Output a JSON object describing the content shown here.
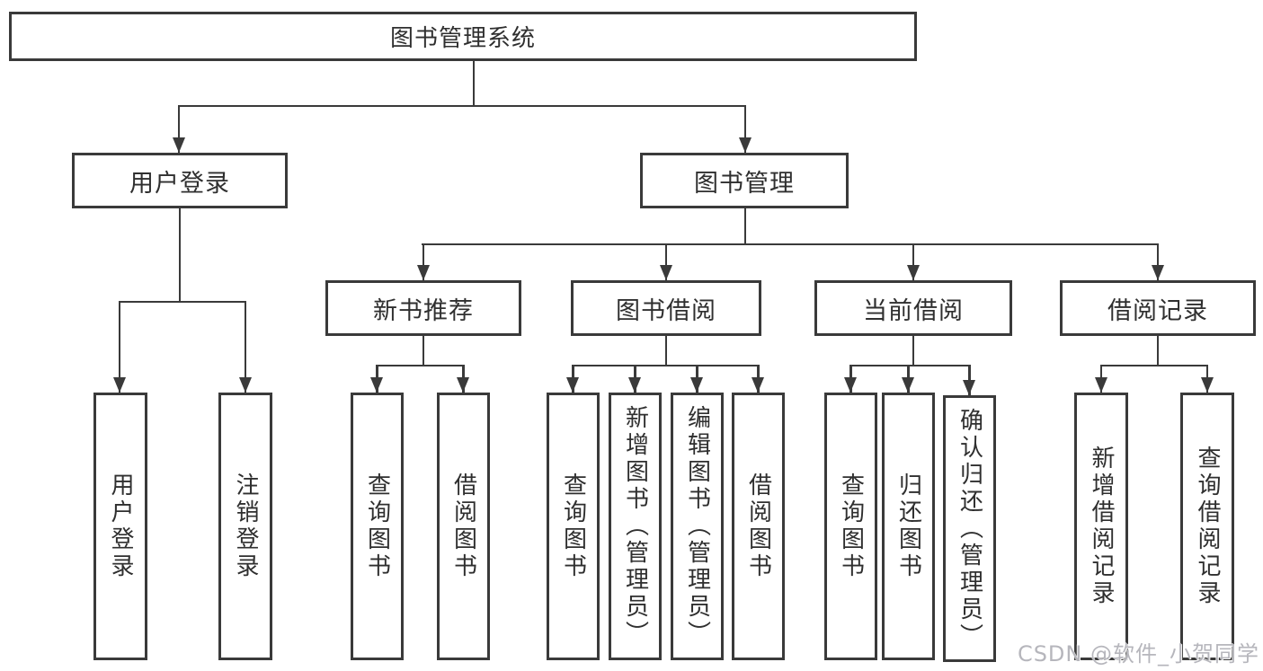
{
  "diagram": {
    "root": {
      "label": "图书管理系统"
    },
    "level2": [
      {
        "label": "用户登录"
      },
      {
        "label": "图书管理"
      }
    ],
    "level3": [
      {
        "label": "新书推荐"
      },
      {
        "label": "图书借阅"
      },
      {
        "label": "当前借阅"
      },
      {
        "label": "借阅记录"
      }
    ],
    "leaves": {
      "user_login": [
        "用户登录",
        "注销登录"
      ],
      "new_book": [
        "查询图书",
        "借阅图书"
      ],
      "book_borrow": [
        "查询图书",
        "新增图书（管理员）",
        "编辑图书（管理员）",
        "借阅图书"
      ],
      "current_borrow": [
        "查询图书",
        "归还图书",
        "确认归还（管理员）"
      ],
      "borrow_records": [
        "新增借阅记录",
        "查询借阅记录"
      ]
    }
  },
  "watermark": {
    "text": "CSDN @软件_小贺同学"
  },
  "colors": {
    "line": "#3a3a3a",
    "text": "#2f2f2f",
    "watermark": "#b6b6bc",
    "background": "#ffffff"
  }
}
